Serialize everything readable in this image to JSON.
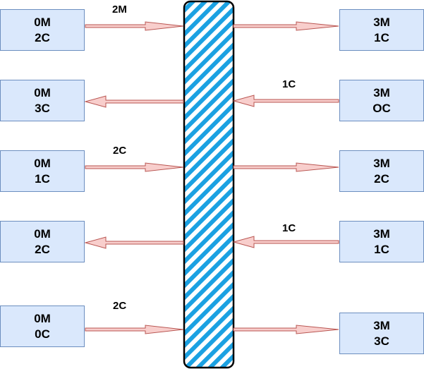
{
  "left_boxes": [
    {
      "line1": "0M",
      "line2": "2C"
    },
    {
      "line1": "0M",
      "line2": "3C"
    },
    {
      "line1": "0M",
      "line2": "1C"
    },
    {
      "line1": "0M",
      "line2": "2C"
    },
    {
      "line1": "0M",
      "line2": "0C"
    }
  ],
  "right_boxes": [
    {
      "line1": "3M",
      "line2": "1C"
    },
    {
      "line1": "3M",
      "line2": "OC"
    },
    {
      "line1": "3M",
      "line2": "2C"
    },
    {
      "line1": "3M",
      "line2": "1C"
    },
    {
      "line1": "3M",
      "line2": "3C"
    }
  ],
  "arrow_labels": {
    "row1": "2M",
    "row2": "1C",
    "row3": "2C",
    "row4": "1C",
    "row5": "2C"
  },
  "colors": {
    "box_fill": "#dae8fc",
    "box_border": "#6c8ebf",
    "arrow_fill": "#f8cecc",
    "arrow_stroke": "#b85450",
    "river_stripe": "#1ba1e2",
    "river_border": "#000000"
  }
}
